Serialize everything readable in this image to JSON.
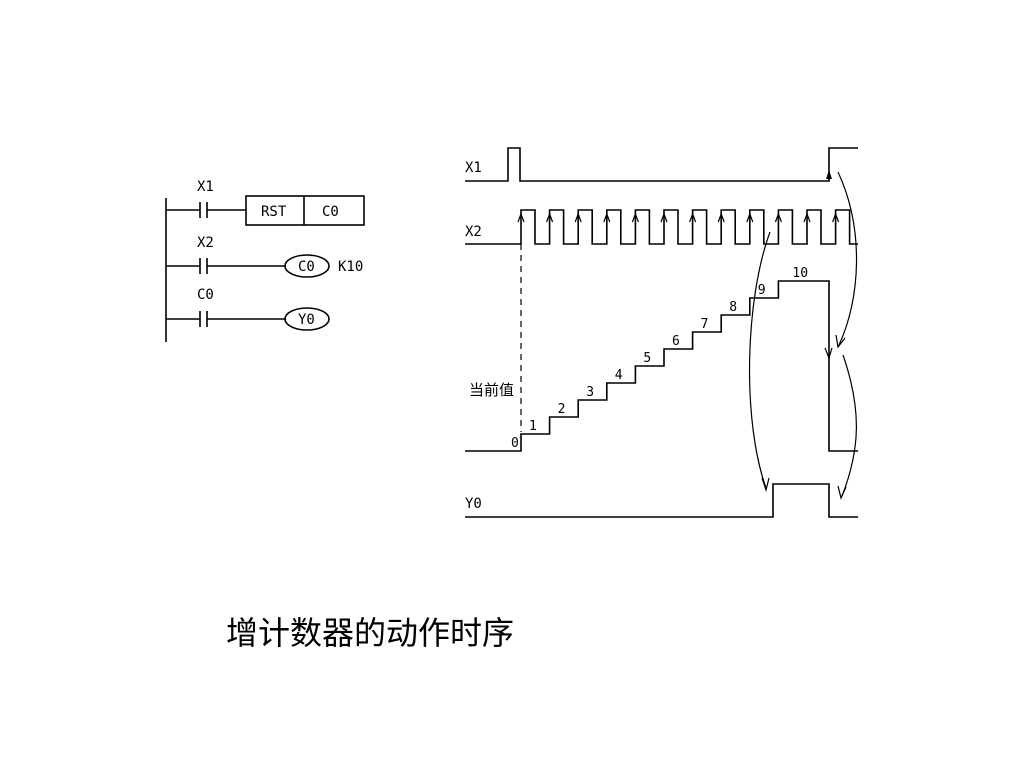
{
  "ladder": {
    "contacts": [
      "X1",
      "X2",
      "C0"
    ],
    "rst_label": "RST",
    "rst_target": "C0",
    "coil_counter": "C0",
    "coil_counter_setting": "K10",
    "coil_output": "Y0"
  },
  "timing": {
    "signals": [
      "X1",
      "X2",
      "当前值",
      "Y0"
    ],
    "count_values": [
      "0",
      "1",
      "2",
      "3",
      "4",
      "5",
      "6",
      "7",
      "8",
      "9",
      "10"
    ]
  },
  "caption": "增计数器的动作时序"
}
